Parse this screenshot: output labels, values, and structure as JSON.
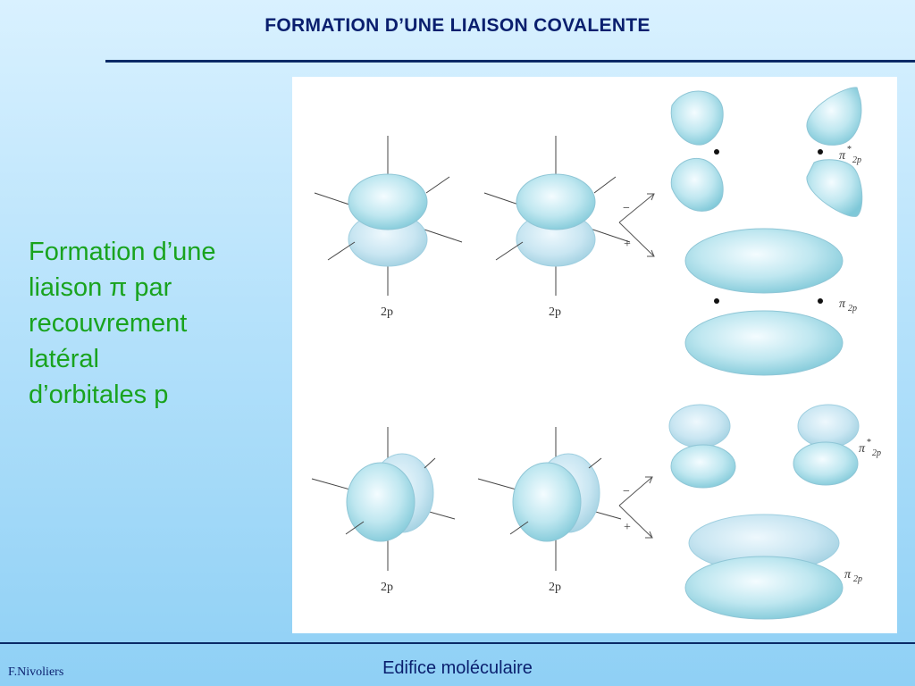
{
  "header": {
    "title": "FORMATION D’UNE LIAISON COVALENTE"
  },
  "main": {
    "lead_lines": [
      "Formation d’une",
      "liaison π par",
      "recouvrement",
      "latéral",
      "d’orbitales p"
    ]
  },
  "diagram": {
    "atomic_orbital_label": "2p",
    "rows": [
      {
        "antibonding": {
          "symbol": "π",
          "superscript": "*",
          "subscript": "2p"
        },
        "bonding": {
          "symbol": "π",
          "subscript": "2p"
        },
        "phase_minus": "−",
        "phase_plus": "+"
      },
      {
        "antibonding": {
          "symbol": "π",
          "superscript": "*",
          "subscript": "2p"
        },
        "bonding": {
          "symbol": "π",
          "subscript": "2p"
        },
        "phase_minus": "−",
        "phase_plus": "+"
      }
    ]
  },
  "footer": {
    "center": "Edifice moléculaire",
    "author": "F.Nivoliers"
  },
  "colors": {
    "title": "#0a1f6e",
    "lead_text": "#19a31e",
    "orbital_fill": "#8ed4e0",
    "rule": "#0a2a66"
  }
}
